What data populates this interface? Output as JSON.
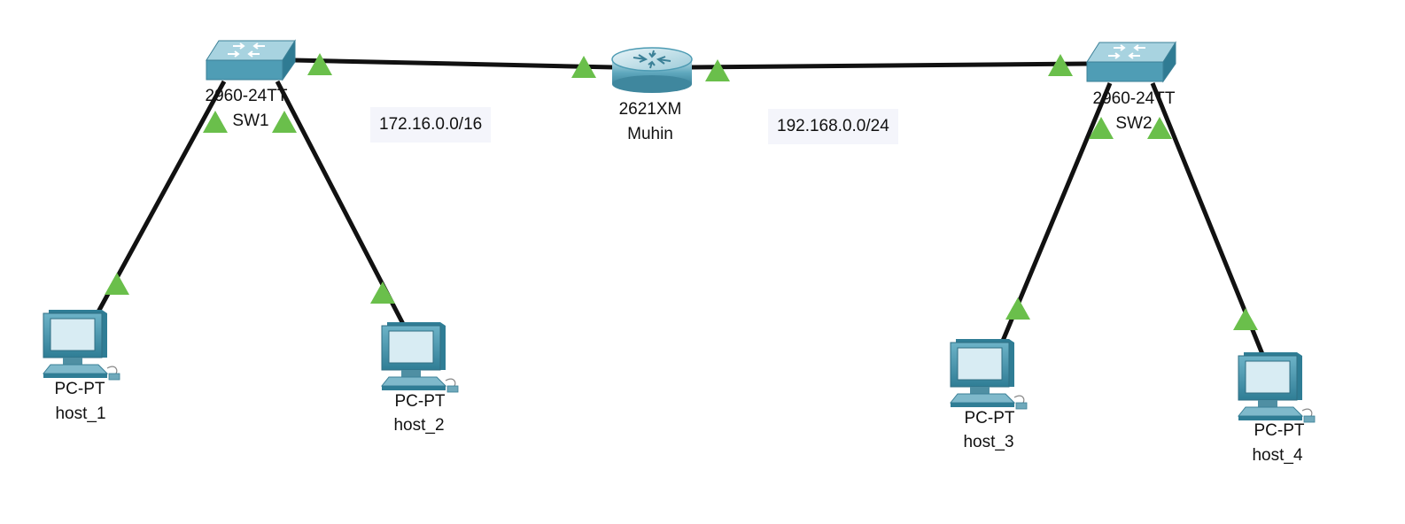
{
  "devices": {
    "sw1": {
      "model": "2960-24TT",
      "name": "SW1"
    },
    "sw2": {
      "model": "2960-24TT",
      "name": "SW2"
    },
    "router": {
      "model": "2621XM",
      "name": "Muhin"
    },
    "host1": {
      "model": "PC-PT",
      "name": "host_1"
    },
    "host2": {
      "model": "PC-PT",
      "name": "host_2"
    },
    "host3": {
      "model": "PC-PT",
      "name": "host_3"
    },
    "host4": {
      "model": "PC-PT",
      "name": "host_4"
    }
  },
  "networks": {
    "left": "172.16.0.0/16",
    "right": "192.168.0.0/24"
  },
  "colors": {
    "link": "#111111",
    "link_up": "#6abf4b",
    "device_face": "#4d9bb3",
    "device_top": "#8cc5d6",
    "note_bg": "#f4f5fb"
  },
  "links": [
    {
      "from": "sw1",
      "to": "router",
      "status": "up"
    },
    {
      "from": "router",
      "to": "sw2",
      "status": "up"
    },
    {
      "from": "sw1",
      "to": "host1",
      "status": "up"
    },
    {
      "from": "sw1",
      "to": "host2",
      "status": "up"
    },
    {
      "from": "sw2",
      "to": "host3",
      "status": "up"
    },
    {
      "from": "sw2",
      "to": "host4",
      "status": "up"
    }
  ]
}
